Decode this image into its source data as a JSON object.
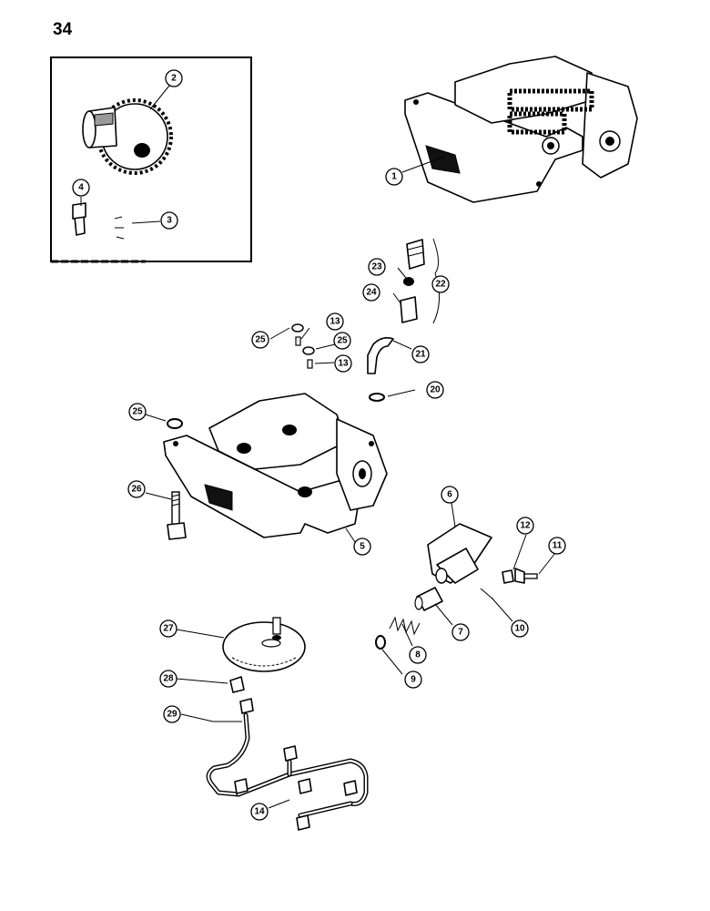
{
  "page": {
    "number": "34"
  },
  "callouts": [
    {
      "id": "c1",
      "label": "1"
    },
    {
      "id": "c2",
      "label": "2"
    },
    {
      "id": "c3",
      "label": "3"
    },
    {
      "id": "c4",
      "label": "4"
    },
    {
      "id": "c5",
      "label": "5"
    },
    {
      "id": "c6",
      "label": "6"
    },
    {
      "id": "c7",
      "label": "7"
    },
    {
      "id": "c8",
      "label": "8"
    },
    {
      "id": "c9",
      "label": "9"
    },
    {
      "id": "c10",
      "label": "10"
    },
    {
      "id": "c11",
      "label": "11"
    },
    {
      "id": "c12",
      "label": "12"
    },
    {
      "id": "c13a",
      "label": "13"
    },
    {
      "id": "c13b",
      "label": "13"
    },
    {
      "id": "c14",
      "label": "14"
    },
    {
      "id": "c20",
      "label": "20"
    },
    {
      "id": "c21",
      "label": "21"
    },
    {
      "id": "c22",
      "label": "22"
    },
    {
      "id": "c23",
      "label": "23"
    },
    {
      "id": "c24",
      "label": "24"
    },
    {
      "id": "c25a",
      "label": "25"
    },
    {
      "id": "c25b",
      "label": "25"
    },
    {
      "id": "c25c",
      "label": "25"
    },
    {
      "id": "c26",
      "label": "26"
    },
    {
      "id": "c27",
      "label": "27"
    },
    {
      "id": "c28",
      "label": "28"
    },
    {
      "id": "c29",
      "label": "29"
    }
  ]
}
